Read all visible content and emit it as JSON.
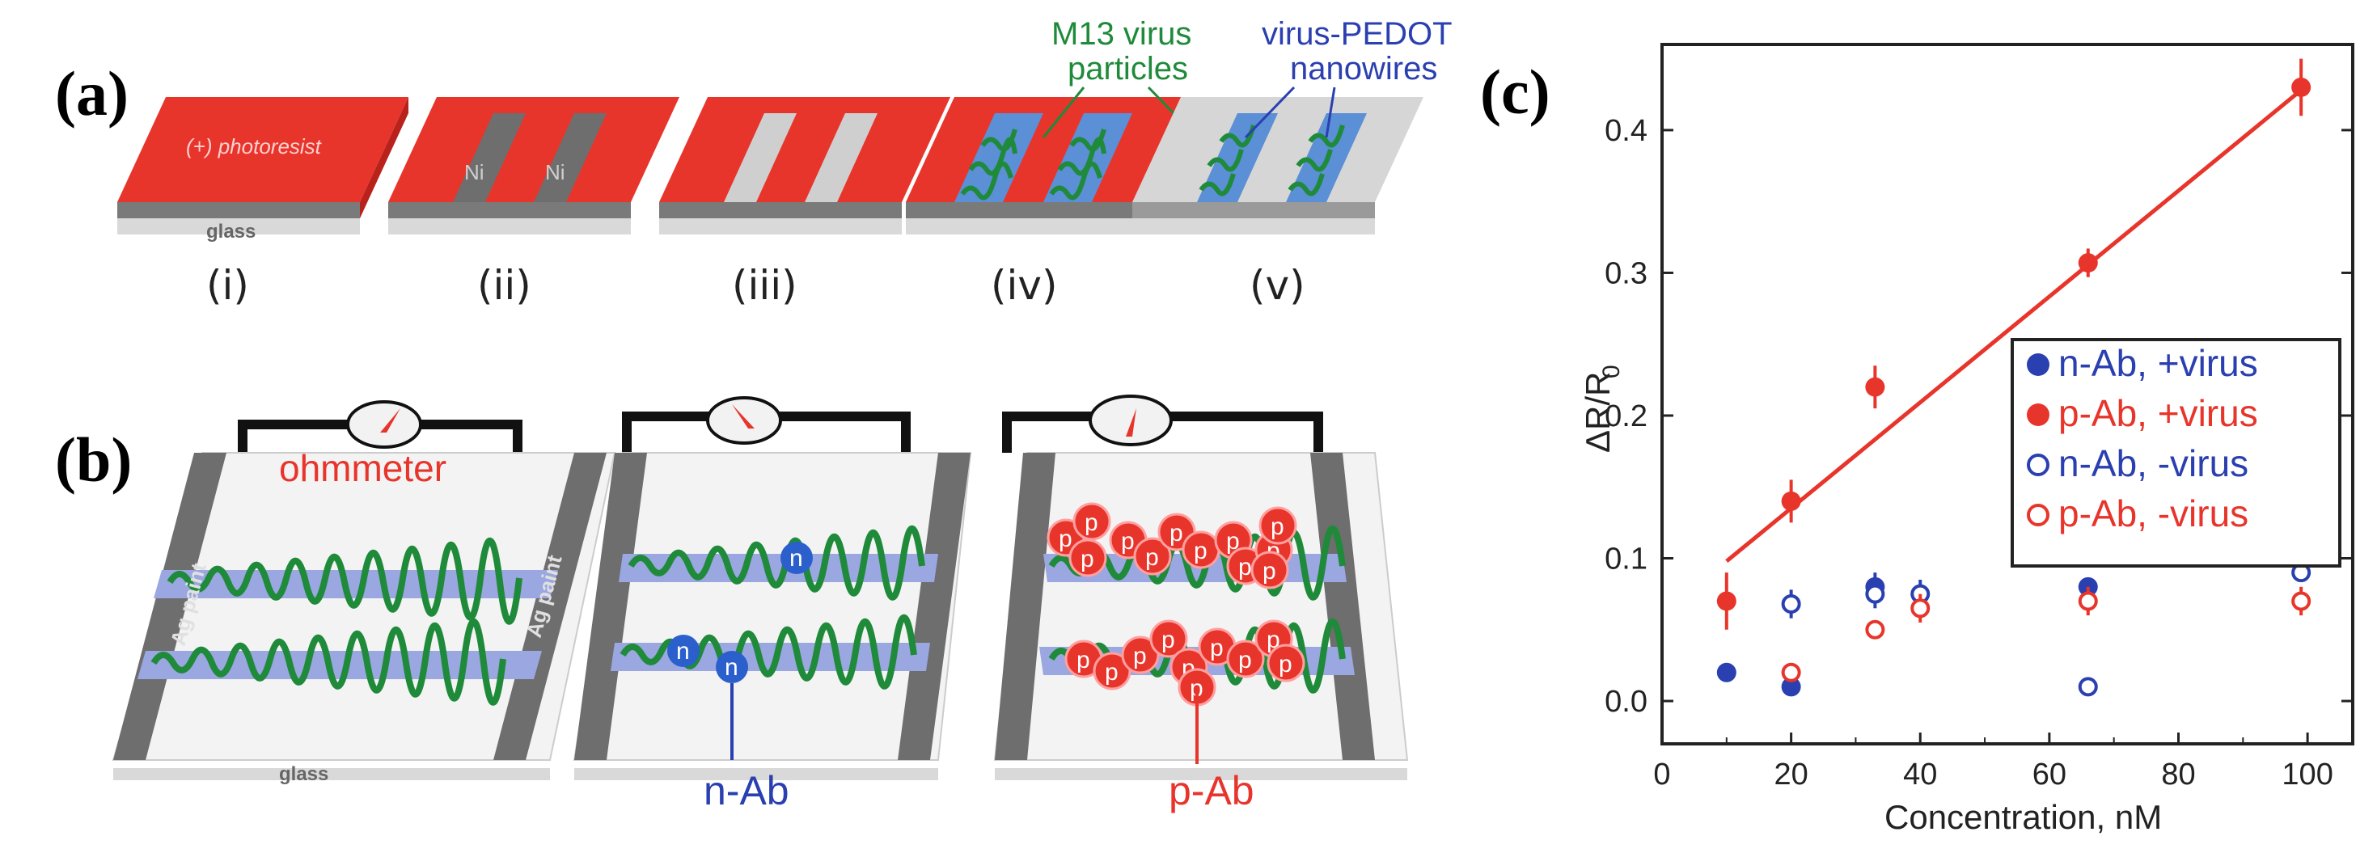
{
  "panels": {
    "a": {
      "label": "(a)",
      "steps": [
        "(i)",
        "(ii)",
        "(iii)",
        "(iv)",
        "(v)"
      ],
      "photoresist_label": "(+) photoresist",
      "ni_label": "Ni",
      "glass_label": "glass",
      "m13_label_line1": "M13 virus",
      "m13_label_line2": "particles",
      "pedot_label_line1": "virus-PEDOT",
      "pedot_label_line2": "nanowires"
    },
    "b": {
      "label": "(b)",
      "ohmmeter_label": "ohmmeter",
      "ag_paint_label": "Ag paint",
      "glass_label": "glass",
      "n_ab_label": "n-Ab",
      "p_ab_label": "p-Ab",
      "n_mark": "n",
      "p_mark": "p"
    },
    "c": {
      "label": "(c)"
    }
  },
  "colors": {
    "photoresist_red": "#e8352b",
    "nickel_gray": "#6e6e6e",
    "virus_green": "#1f8a3a",
    "pedot_blue": "#5b8fd6",
    "series_blue": "#2a3fb0",
    "series_red": "#e8352b"
  },
  "chart_data": {
    "type": "scatter",
    "xlabel": "Concentration, nM",
    "ylabel_main": "ΔR/R",
    "ylabel_sub": "0",
    "xlim": [
      0,
      107
    ],
    "ylim": [
      -0.03,
      0.46
    ],
    "xticks": [
      0,
      20,
      40,
      60,
      80,
      100
    ],
    "yticks": [
      0.0,
      0.1,
      0.2,
      0.3,
      0.4
    ],
    "ytick_labels": [
      "0.0",
      "0.1",
      "0.2",
      "0.3",
      "0.4"
    ],
    "grid": false,
    "legend_position": "center-right",
    "series": [
      {
        "name": "n-Ab, +virus",
        "color": "#2a3fb0",
        "marker": "filled",
        "points": [
          {
            "x": 10,
            "y": 0.02,
            "err": 0.005
          },
          {
            "x": 20,
            "y": 0.01,
            "err": 0.005
          },
          {
            "x": 33,
            "y": 0.08,
            "err": 0.01
          },
          {
            "x": 66,
            "y": 0.08,
            "err": 0.005
          }
        ]
      },
      {
        "name": "p-Ab, +virus",
        "color": "#e8352b",
        "marker": "filled",
        "points": [
          {
            "x": 10,
            "y": 0.07,
            "err": 0.02
          },
          {
            "x": 20,
            "y": 0.14,
            "err": 0.015
          },
          {
            "x": 33,
            "y": 0.22,
            "err": 0.015
          },
          {
            "x": 66,
            "y": 0.307,
            "err": 0.01
          },
          {
            "x": 99,
            "y": 0.43,
            "err": 0.02
          }
        ]
      },
      {
        "name": "n-Ab, -virus",
        "color": "#2a3fb0",
        "marker": "open",
        "points": [
          {
            "x": 20,
            "y": 0.068,
            "err": 0.01
          },
          {
            "x": 33,
            "y": 0.075,
            "err": 0.01
          },
          {
            "x": 40,
            "y": 0.075,
            "err": 0.01
          },
          {
            "x": 66,
            "y": 0.01,
            "err": 0.0
          },
          {
            "x": 99,
            "y": 0.09,
            "err": 0.0
          }
        ]
      },
      {
        "name": "p-Ab, -virus",
        "color": "#e8352b",
        "marker": "open",
        "points": [
          {
            "x": 20,
            "y": 0.02,
            "err": 0.0
          },
          {
            "x": 33,
            "y": 0.05,
            "err": 0.0
          },
          {
            "x": 40,
            "y": 0.065,
            "err": 0.01
          },
          {
            "x": 66,
            "y": 0.07,
            "err": 0.01
          },
          {
            "x": 99,
            "y": 0.07,
            "err": 0.01
          }
        ]
      }
    ],
    "fit_line": {
      "color": "#e8352b",
      "x": [
        10,
        99
      ],
      "y": [
        0.098,
        0.428
      ]
    }
  }
}
